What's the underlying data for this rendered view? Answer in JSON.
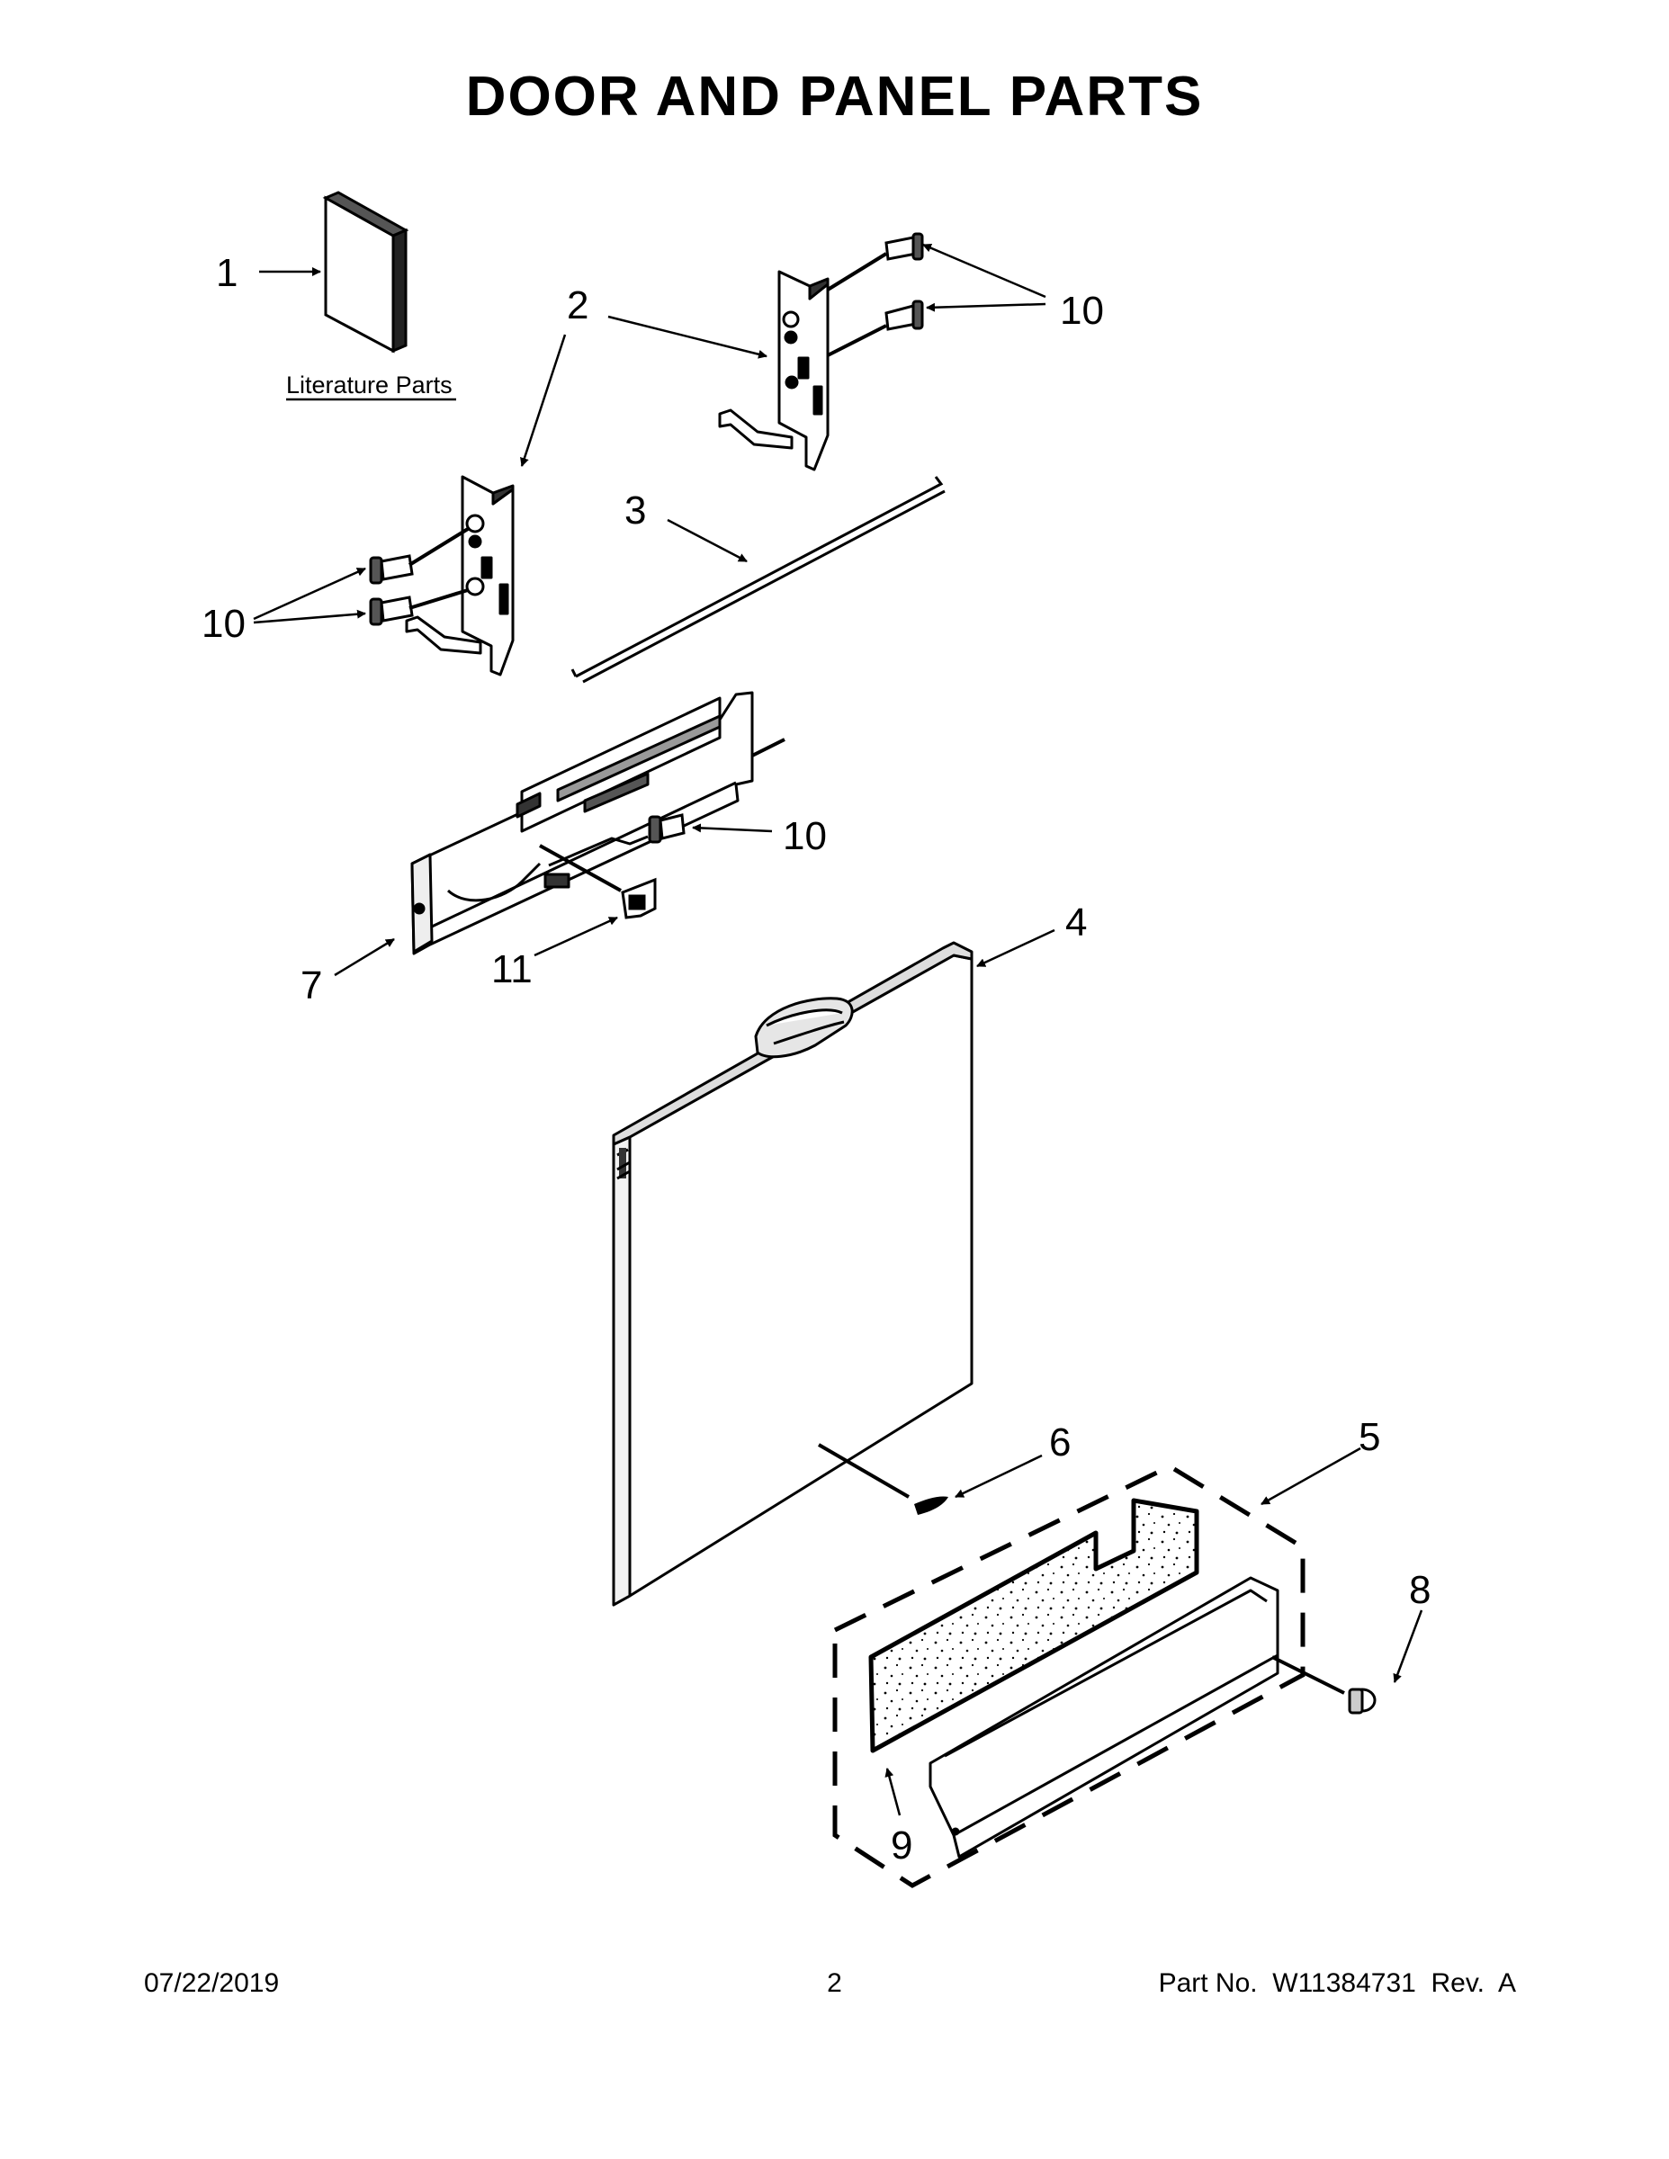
{
  "title": "DOOR AND PANEL PARTS",
  "literature_label": "Literature Parts",
  "callouts": {
    "c1": "1",
    "c2a": "2",
    "c2b": "2",
    "c3": "3",
    "c4": "4",
    "c5": "5",
    "c6": "6",
    "c7": "7",
    "c8": "8",
    "c9": "9",
    "c10a": "10",
    "c10b": "10",
    "c10c": "10",
    "c11": "11"
  },
  "footer": {
    "date": "07/22/2019",
    "page": "2",
    "part": "Part No.  W11384731  Rev.  A"
  }
}
